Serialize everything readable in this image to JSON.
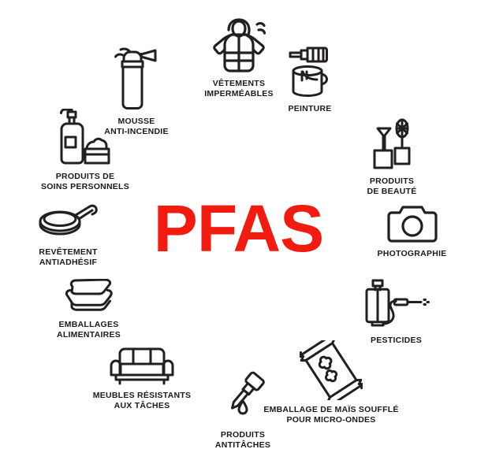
{
  "graphic": {
    "type": "circular-infographic",
    "background_color": "#ffffff",
    "center": {
      "text": "PFAS",
      "color": "#f21b10"
    },
    "label_color": "#1a1a1a",
    "icon_color": "#231f20"
  },
  "items": [
    {
      "id": "waterproof-clothing",
      "icon": "hooded-jacket-icon",
      "label": "VÊTEMENTS\nIMPERMÉABLES"
    },
    {
      "id": "paint",
      "icon": "paint-can-brush-icon",
      "label": "PEINTURE"
    },
    {
      "id": "beauty-products",
      "icon": "lipstick-mascara-icon",
      "label": "PRODUITS\nDE BEAUTÉ"
    },
    {
      "id": "photography",
      "icon": "camera-icon",
      "label": "PHOTOGRAPHIE"
    },
    {
      "id": "pesticides",
      "icon": "sprayer-tank-icon",
      "label": "PESTICIDES"
    },
    {
      "id": "microwave-popcorn",
      "icon": "popcorn-bag-icon",
      "label": "EMBALLAGE DE MAÏS SOUFFLÉ\nPOUR MICRO-ONDES"
    },
    {
      "id": "stain-repellents",
      "icon": "dropper-pipette-icon",
      "label": "PRODUITS\nANTITÂCHES"
    },
    {
      "id": "stain-resistant-furniture",
      "icon": "sofa-icon",
      "label": "MEUBLES RÉSISTANTS\nAUX TÂCHES"
    },
    {
      "id": "food-packaging",
      "icon": "food-containers-icon",
      "label": "EMBALLAGES\nALIMENTAIRES"
    },
    {
      "id": "nonstick-coating",
      "icon": "frying-pan-icon",
      "label": "REVÊTEMENT\nANTIADHÉSIF"
    },
    {
      "id": "personal-care",
      "icon": "pump-bottle-jar-icon",
      "label": "PRODUITS DE\nSOINS PERSONNELS"
    },
    {
      "id": "firefighting-foam",
      "icon": "fire-extinguisher-icon",
      "label": "MOUSSE\nANTI-INCENDIE"
    }
  ]
}
